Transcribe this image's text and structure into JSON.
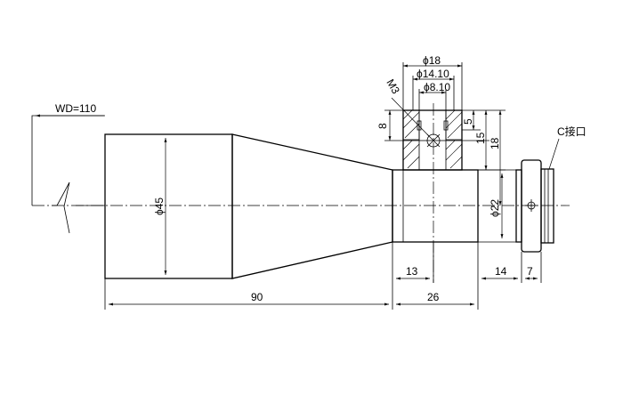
{
  "dimensions": {
    "working_distance": "WD=110",
    "diameter_front": "ϕ45",
    "length_body": "90",
    "length_rear": "26",
    "length_13": "13",
    "length_14": "14",
    "length_7": "7",
    "diameter_rear": "ϕ22",
    "diameter_18": "ϕ18",
    "diameter_14_10": "ϕ14.10",
    "diameter_8_10": "ϕ8.10",
    "thread_m3": "M3",
    "height_8": "8",
    "height_5": "5",
    "height_15": "15",
    "height_18": "18"
  },
  "labels": {
    "c_mount": "C接口"
  }
}
